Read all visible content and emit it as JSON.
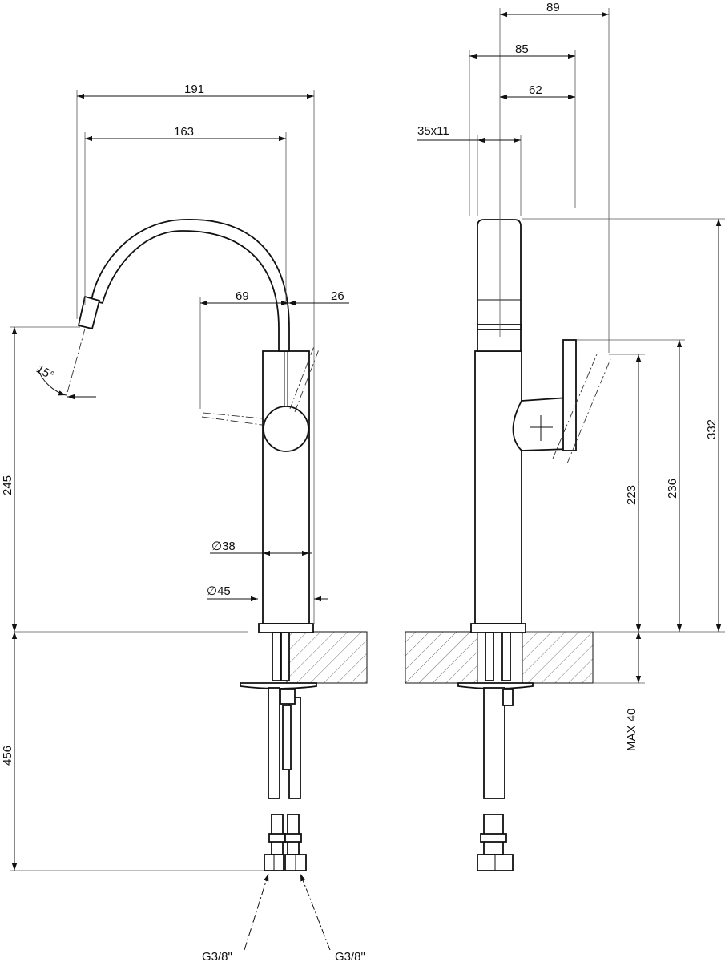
{
  "front_view": {
    "width_spout_outer": "191",
    "width_spout_inner": "163",
    "handle_reach": "69",
    "handle_offset": "26",
    "spout_angle": "15°",
    "body_diameter": "∅38",
    "base_diameter": "∅45",
    "height_spout_outlet": "245",
    "hose_length": "456",
    "connection_left": "G3/8\"",
    "connection_right": "G3/8\""
  },
  "side_view": {
    "depth_total": "89",
    "depth_85": "85",
    "depth_62": "62",
    "spout_section": "35x11",
    "height_total": "332",
    "height_handle_axis": "236",
    "height_handle_low": "223",
    "max_deck_thickness": "MAX 40"
  }
}
